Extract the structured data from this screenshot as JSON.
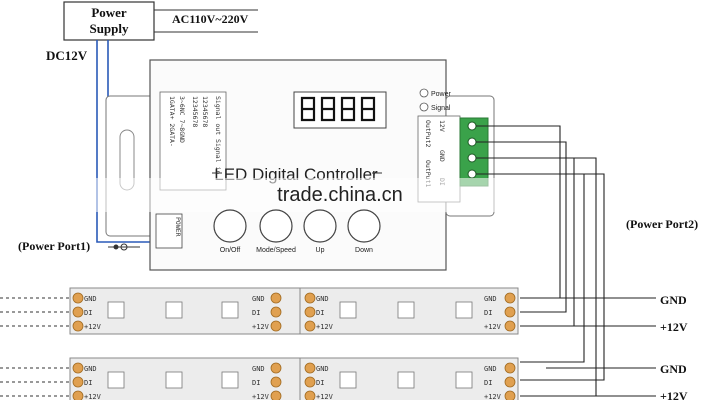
{
  "power_supply": {
    "title_line1": "Power",
    "title_line2": "Supply",
    "ac_label": "AC110V~220V",
    "dc_label": "DC12V"
  },
  "controller": {
    "title": "LED Digital Controller",
    "indicators": {
      "power": "Power",
      "signal": "Signal"
    },
    "power_block_label": "POWER",
    "buttons": {
      "on_off": "On/Off",
      "mode_speed": "Mode/Speed",
      "up": "Up",
      "down": "Down"
    },
    "left_panel_lines": [
      "1GATA+  2GATA-",
      "3~6NC  7~8GND",
      "12345678",
      "12345678",
      "Signal out  Signal in"
    ],
    "output_labels": [
      "OutPut2",
      "OutPut1",
      "12V",
      "GND",
      "DI"
    ]
  },
  "ports": {
    "port1": "(Power Port1)",
    "port2": "(Power Port2)"
  },
  "strip_pads": {
    "gnd": "GND",
    "data": "DI",
    "v12": "+12V"
  },
  "right_labels": {
    "gnd_top": "GND",
    "v12_top": "+12V",
    "gnd_bottom": "GND",
    "v12_bottom": "+12V"
  },
  "watermark": "trade.china.cn",
  "colors": {
    "wire_blue": "#2a5ab8",
    "terminal_green": "#3aa24a",
    "strip_pad": "#e0a050",
    "pcb_line": "#8a8a8a"
  }
}
